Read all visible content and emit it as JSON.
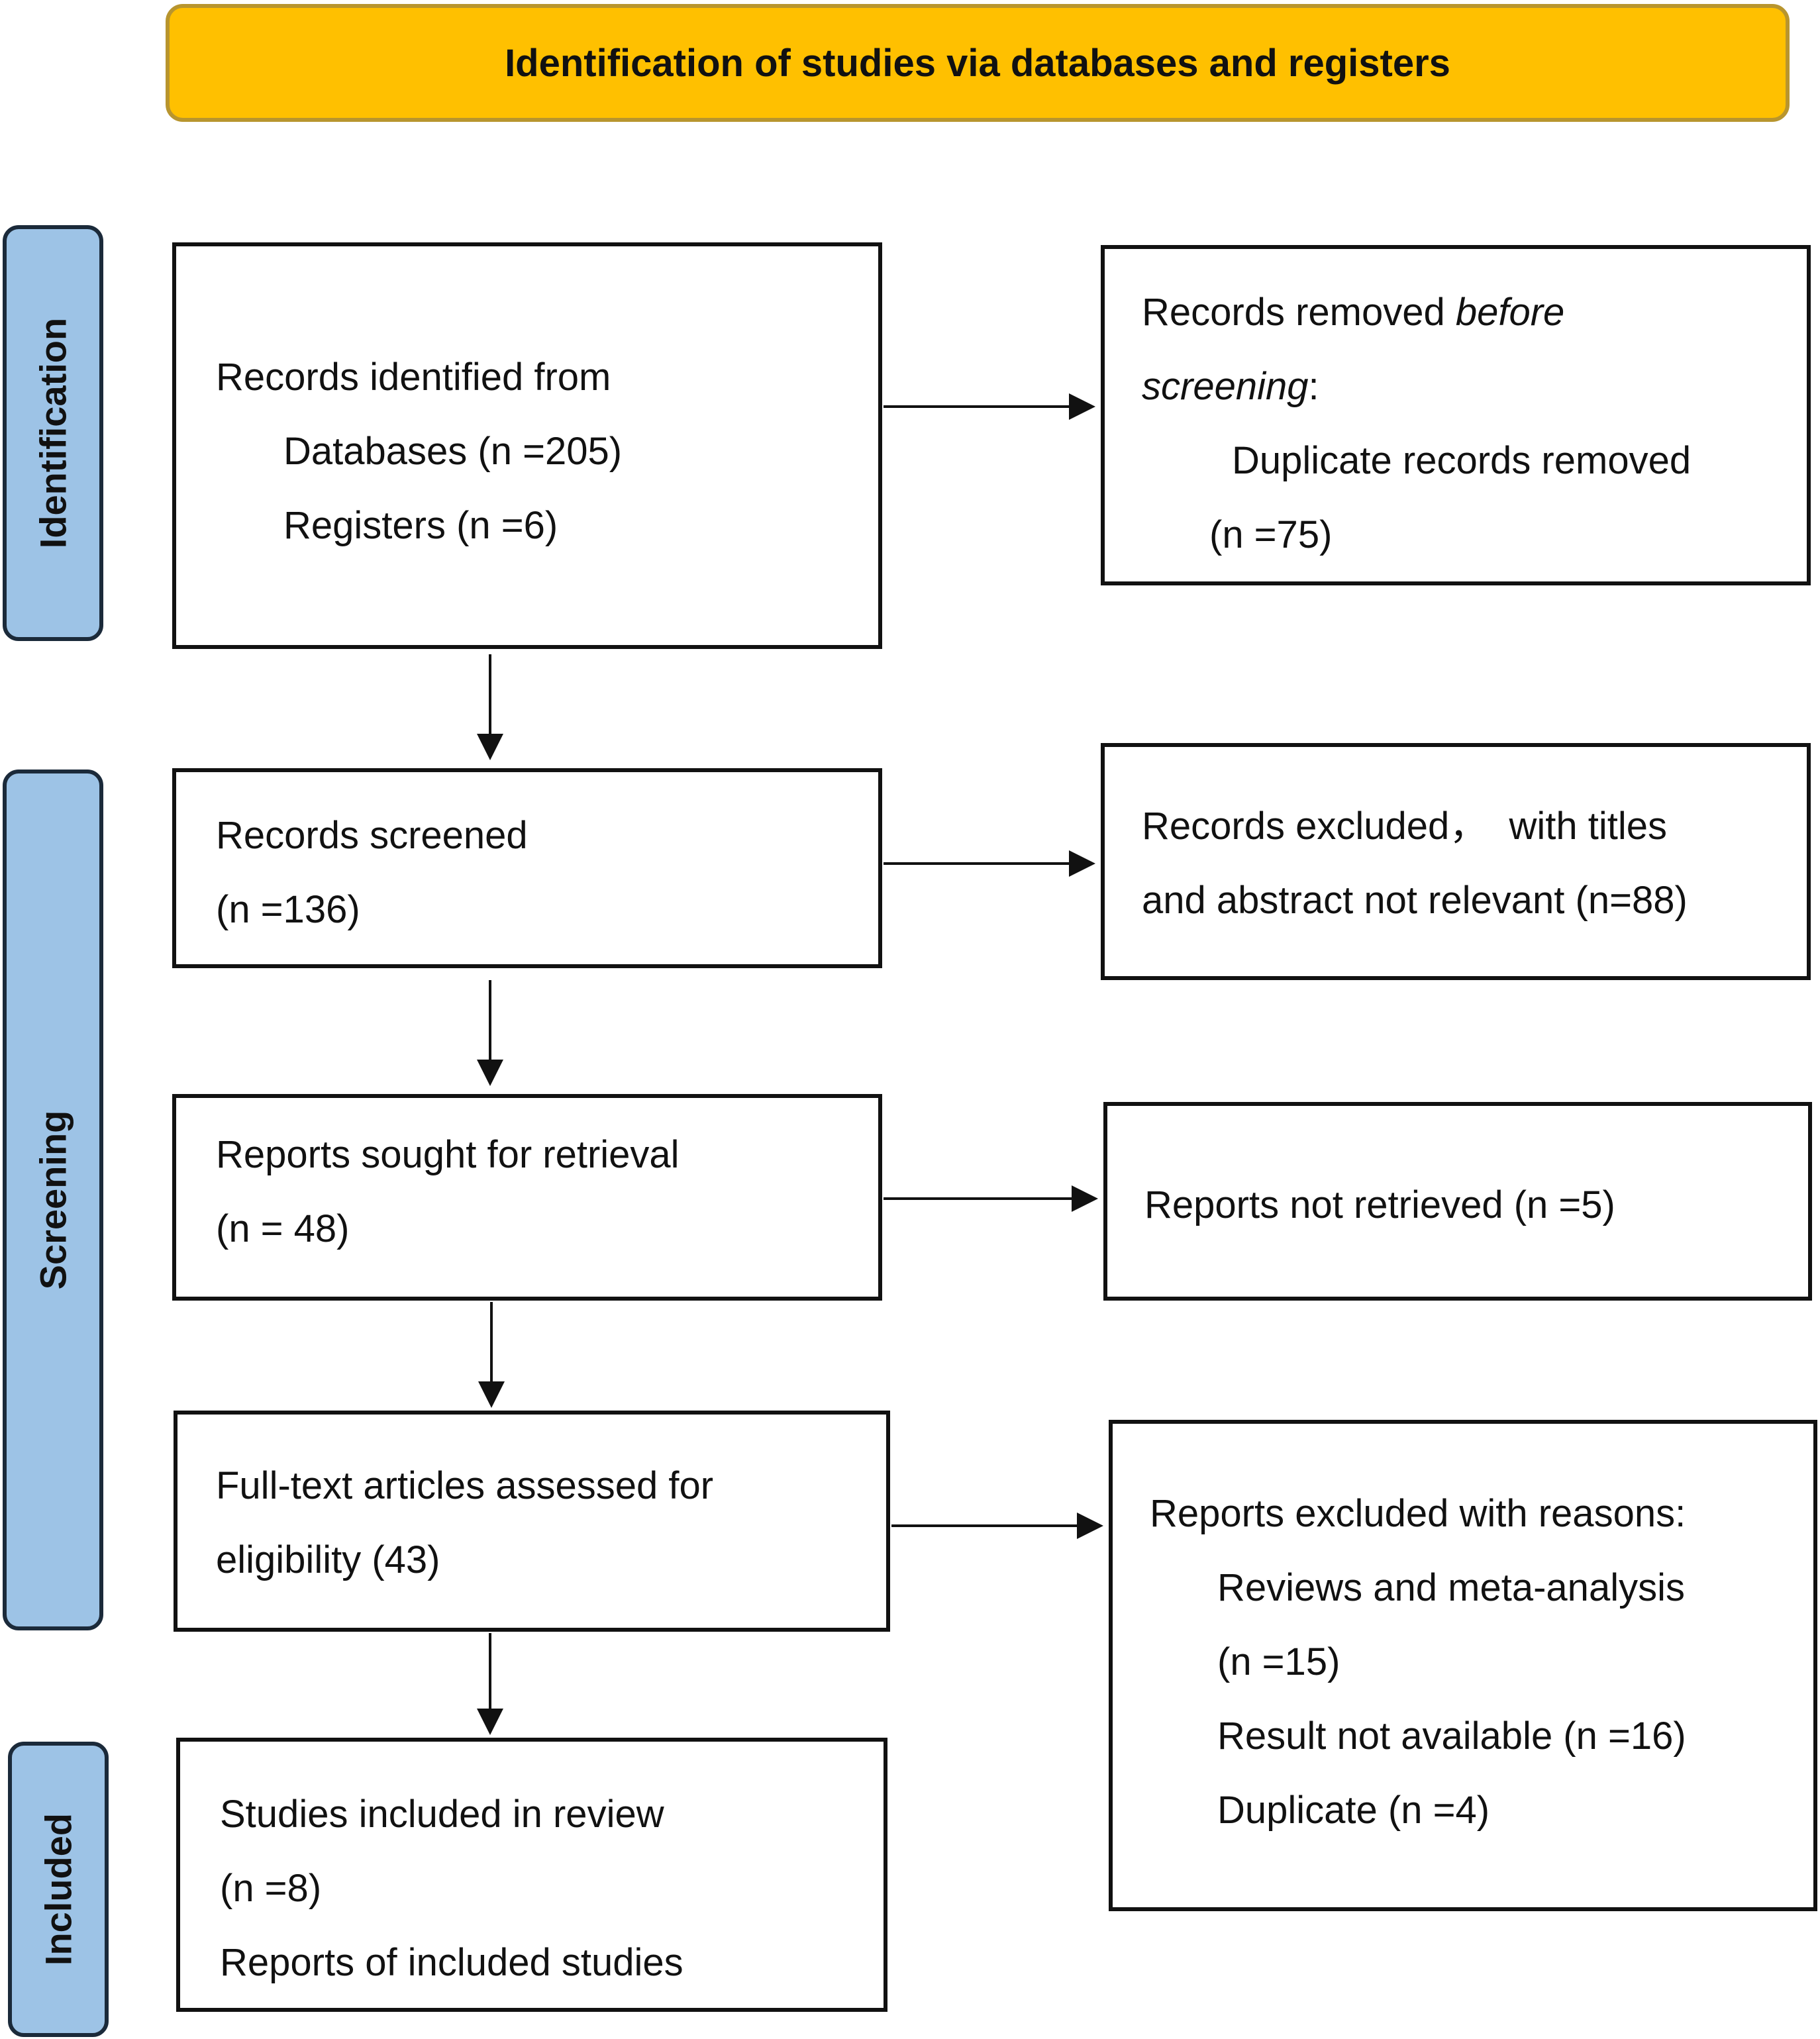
{
  "header": {
    "title": "Identification of studies via databases and registers"
  },
  "phases": {
    "identification": "Identification",
    "screening": "Screening",
    "included": "Included"
  },
  "identified": {
    "line1": "Records identified from",
    "databases": "Databases (n =205)",
    "registers": "Registers (n =6)"
  },
  "removed": {
    "line1_a": "Records removed ",
    "line1_b": "before",
    "line2_a": "screening",
    "line2_b": ":",
    "duplicates": "Duplicate records removed",
    "count": "(n =75)"
  },
  "screened": {
    "line1": "Records screened",
    "count": "(n =136)"
  },
  "excluded": {
    "line1": "Records excluded，  with titles",
    "line2": "and abstract not relevant (n=88)"
  },
  "sought": {
    "line1": "Reports sought for retrieval",
    "count": "(n = 48)"
  },
  "not_retrieved": {
    "line1": "Reports not retrieved (n =5)"
  },
  "assessed": {
    "line1": "Full-text articles assessed for",
    "line2": "eligibility (43)"
  },
  "reasons": {
    "line1": "Reports excluded with reasons:",
    "reviews": "Reviews and meta-analysis",
    "reviews_count": "(n =15)",
    "not_available": "Result not available (n =16)",
    "duplicate": "Duplicate (n =4)"
  },
  "included": {
    "line1": "Studies included in review",
    "count": "(n =8)",
    "reports": "Reports of included studies"
  }
}
